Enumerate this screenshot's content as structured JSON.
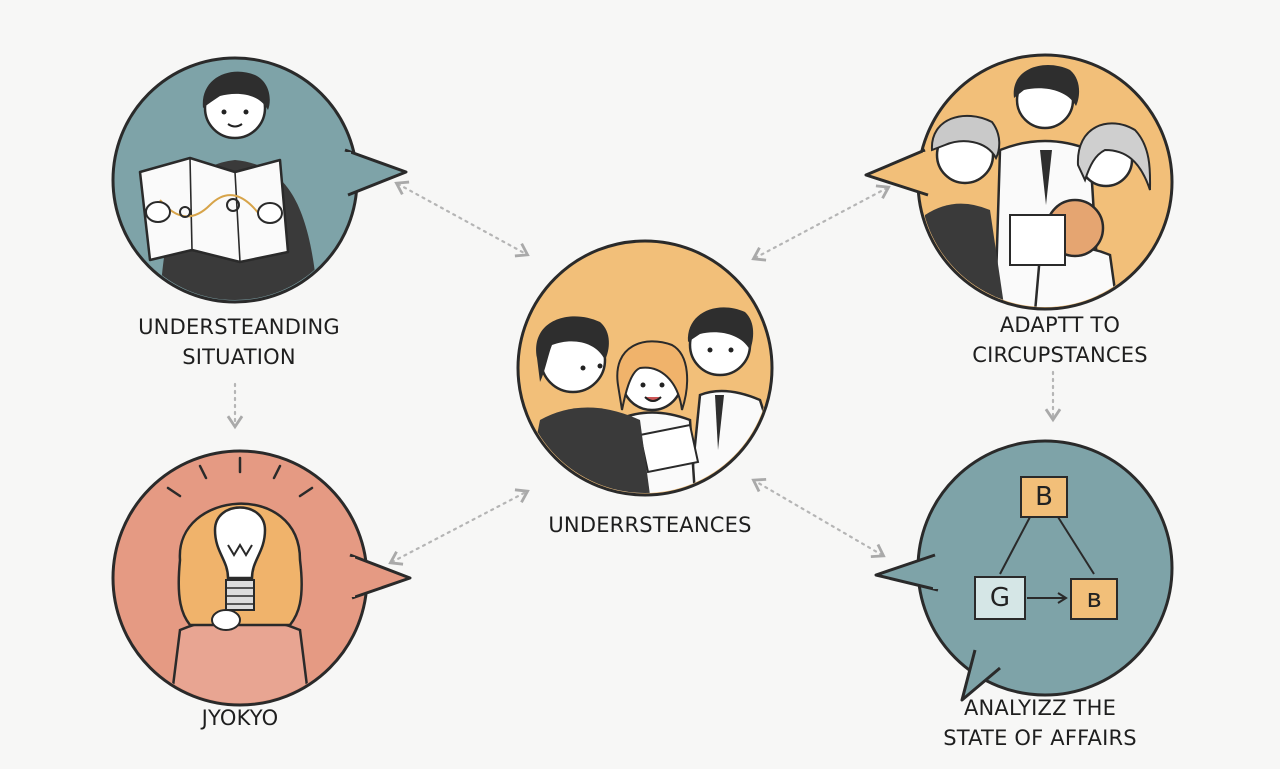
{
  "nodes": {
    "top_left": {
      "label_line1": "UNDERSTEANDING",
      "label_line2": "SITUATION",
      "color": "#7ea3a8"
    },
    "center": {
      "label": "UNDERRSTEANCES",
      "color": "#f2bf79"
    },
    "top_right": {
      "label_line1": "ADAPTT TO",
      "label_line2": "CIRCUPSTANCES",
      "color": "#f2bf79"
    },
    "bottom_left": {
      "label": "JYOKYO",
      "color": "#e59a83"
    },
    "bottom_right": {
      "label_line1": "ANALYIZZ THE",
      "label_line2": "STATE OF AFFAIRS",
      "color": "#7ea3a8"
    }
  },
  "analysis_diagram": {
    "top_box": "B",
    "left_box": "G",
    "right_box": "ʙ"
  },
  "icons": [
    "map-reading-person-icon",
    "group-conversation-icon",
    "team-meeting-icon",
    "lightbulb-head-person-icon",
    "flow-diagram-icon"
  ]
}
